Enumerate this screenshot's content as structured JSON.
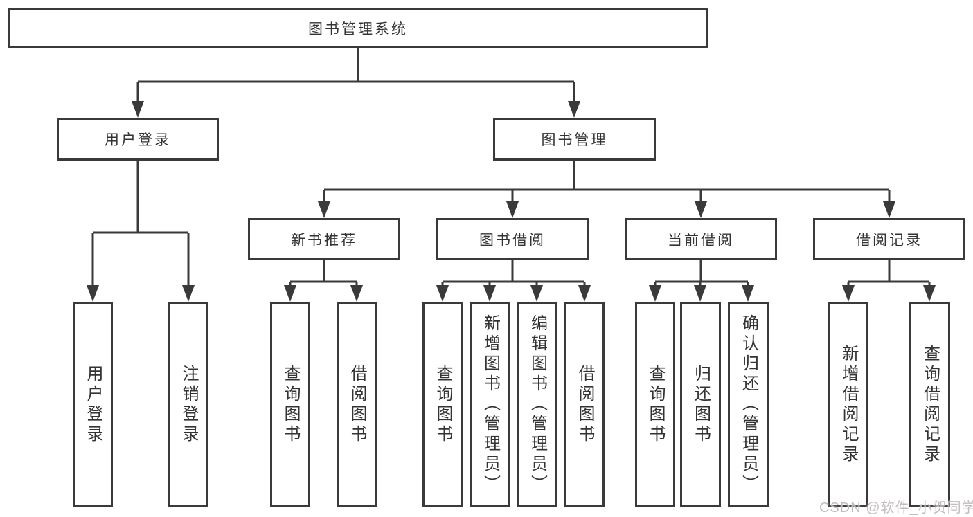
{
  "nodes": {
    "root": "图书管理系统",
    "level2": {
      "user_login": "用户登录",
      "book_management": "图书管理"
    },
    "level3": {
      "new_book_recommend": "新书推荐",
      "book_borrow": "图书借阅",
      "current_borrow": "当前借阅",
      "borrow_records": "借阅记录"
    },
    "leaves": {
      "user": [
        "用户登录",
        "注销登录"
      ],
      "recommend": [
        "查询图书",
        "借阅图书"
      ],
      "borrow": [
        "查询图书",
        "新增图书（管理员）",
        "编辑图书（管理员）",
        "借阅图书"
      ],
      "current": [
        "查询图书",
        "归还图书",
        "确认归还（管理员）"
      ],
      "records": [
        "新增借阅记录",
        "查询借阅记录"
      ]
    }
  },
  "watermark": "CSDN @软件_小贺同学",
  "colors": {
    "line": "#3a3a3a",
    "text": "#333333",
    "watermark": "#c3bcbc",
    "background": "#ffffff"
  }
}
